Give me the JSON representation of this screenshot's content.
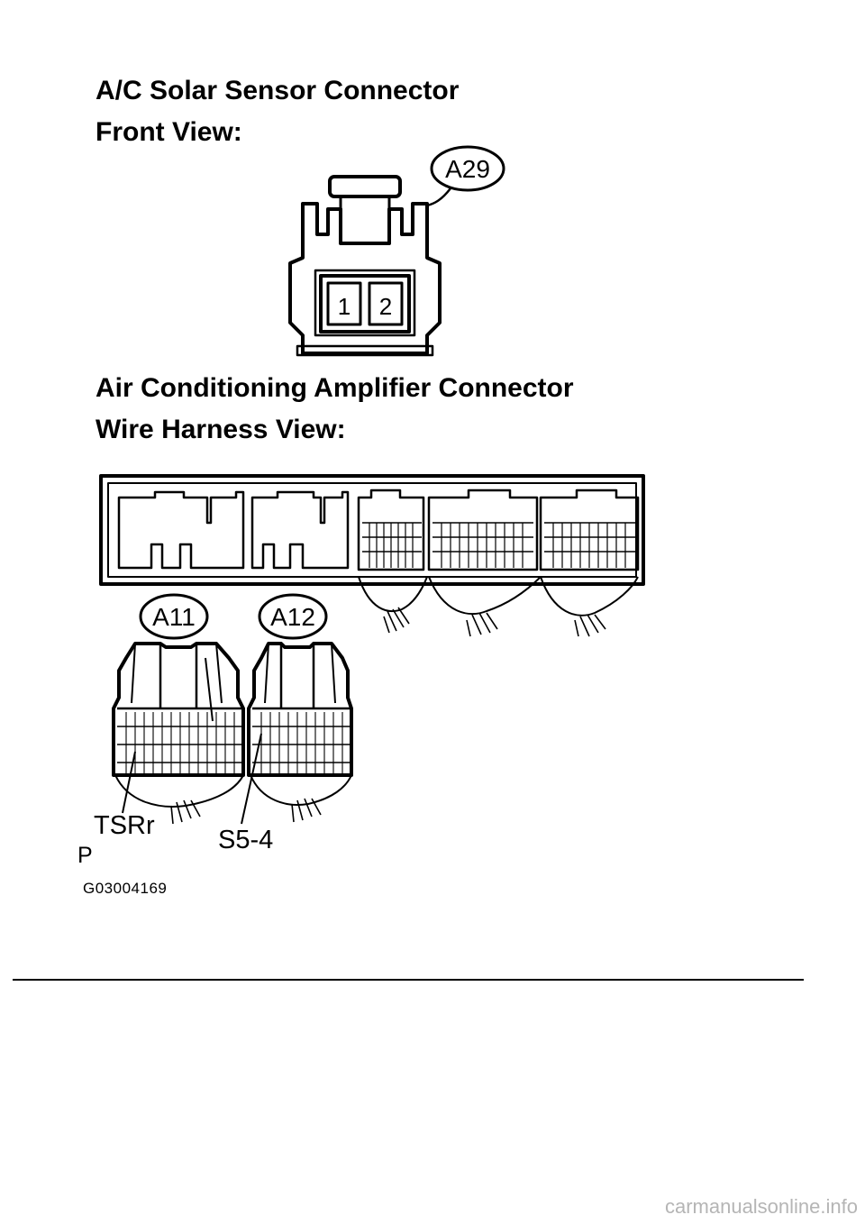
{
  "headings": {
    "solar_title": "A/C Solar Sensor Connector",
    "solar_view": "Front View:",
    "amp_title": "Air Conditioning Amplifier Connector",
    "amp_view": "Wire Harness View:"
  },
  "connectors": {
    "a29": {
      "id": "A29",
      "pins": [
        "1",
        "2"
      ]
    },
    "a11": {
      "id": "A11"
    },
    "a12": {
      "id": "A12"
    }
  },
  "terminals": {
    "tsrr": "TSRr",
    "s5_4": "S5-4"
  },
  "marks": {
    "p": "P",
    "figure_code": "G03004169"
  },
  "footer": {
    "watermark": "carmanualsonline.info"
  }
}
